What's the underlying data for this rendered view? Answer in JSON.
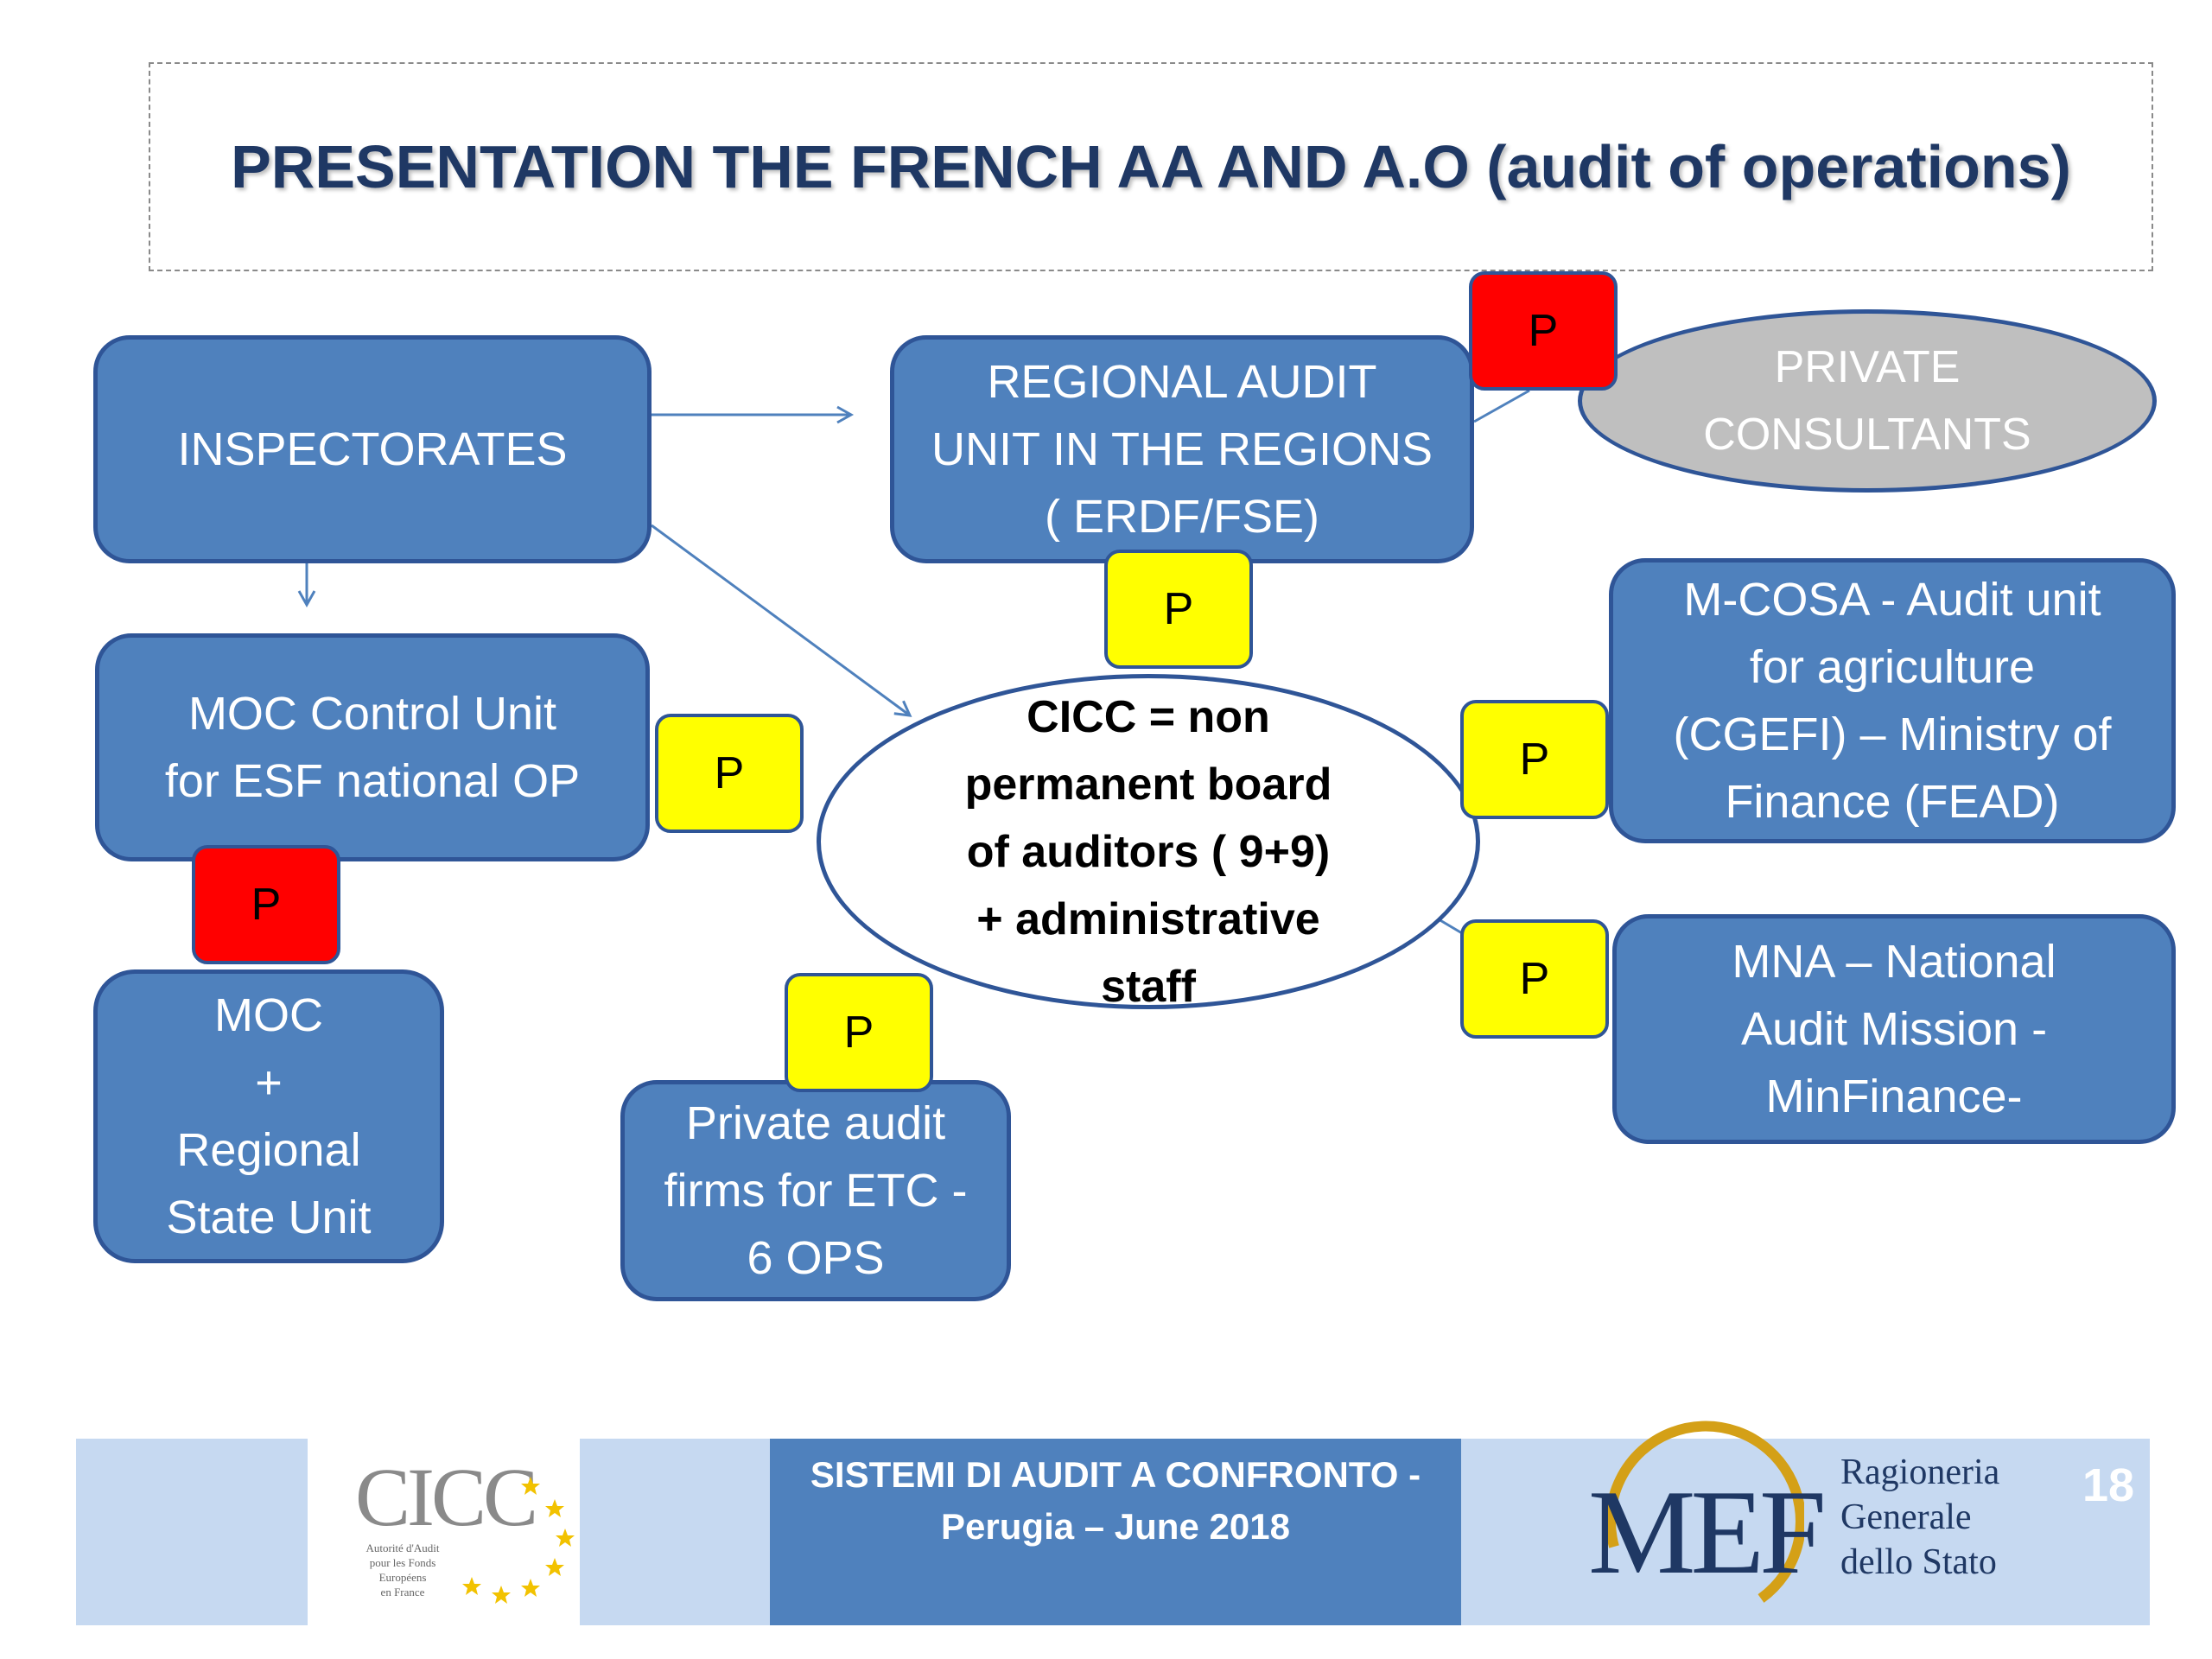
{
  "title": "PRESENTATION THE FRENCH AA  AND A.O (audit of operations)",
  "nodes": {
    "inspectorates": "INSPECTORATES",
    "regional_audit": "REGIONAL AUDIT\nUNIT IN THE REGIONS\n( ERDF/FSE)",
    "private_consultants": "PRIVATE\nCONSULTANTS",
    "moc_control": "MOC Control Unit\nfor ESF  national OP",
    "cicc": "CICC  =  non\npermanent  board\nof auditors  ( 9+9)\n+  administrative\nstaff",
    "m_cosa": "M-COSA  - Audit unit\nfor agriculture\n(CGEFI) – Ministry of\nFinance  (FEAD)",
    "mna": "MNA – National\nAudit Mission  -\nMinFinance-",
    "moc_regional": "MOC\n+\nRegional\nState Unit",
    "private_firms": "Private audit\nfirms for ETC -\n6 OPS"
  },
  "badges": {
    "label": "P",
    "colors": {
      "yellow": "#ffff00",
      "red": "#ff0000"
    }
  },
  "colors": {
    "box_fill": "#4f81bd",
    "box_border": "#2f5597",
    "title": "#1f3864",
    "footer_light": "#c6d9f1"
  },
  "footer": {
    "event": "SISTEMI DI AUDIT  A CONFRONTO  -\nPerugia – June 2018",
    "cicc_logo": "CICC",
    "cicc_sub": "Autorité d'Audit\npour les Fonds\nEuropéens\nen France",
    "mef_logo": "MEF",
    "rgs": "Ragioneria\nGenerale\ndello Stato",
    "page": "18"
  }
}
